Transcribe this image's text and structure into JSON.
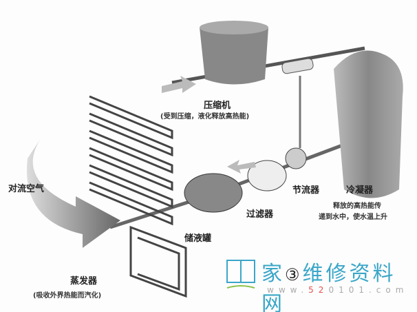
{
  "labels": {
    "compressor": "压缩机",
    "compressor_note": "(受到压缩，液化释放高热能)",
    "throttle": "节流器",
    "condenser": "冷凝器",
    "condenser_note_1": "释放的高热能传",
    "condenser_note_2": "递到水中，使水温上升",
    "filter": "过滤器",
    "receiver": "储液罐",
    "air": "对流空气",
    "evaporator": "蒸发器",
    "evaporator_note": "(吸收外界热能而汽化)"
  },
  "figure_number": "③",
  "watermark": {
    "text_before": "家",
    "text_after": "维修资料网",
    "url_prefix": "www.",
    "url_red": "52",
    "url_suffix": "0101.com"
  },
  "colors": {
    "watermark": "#3aa6c8",
    "accent_red": "#e45050"
  }
}
